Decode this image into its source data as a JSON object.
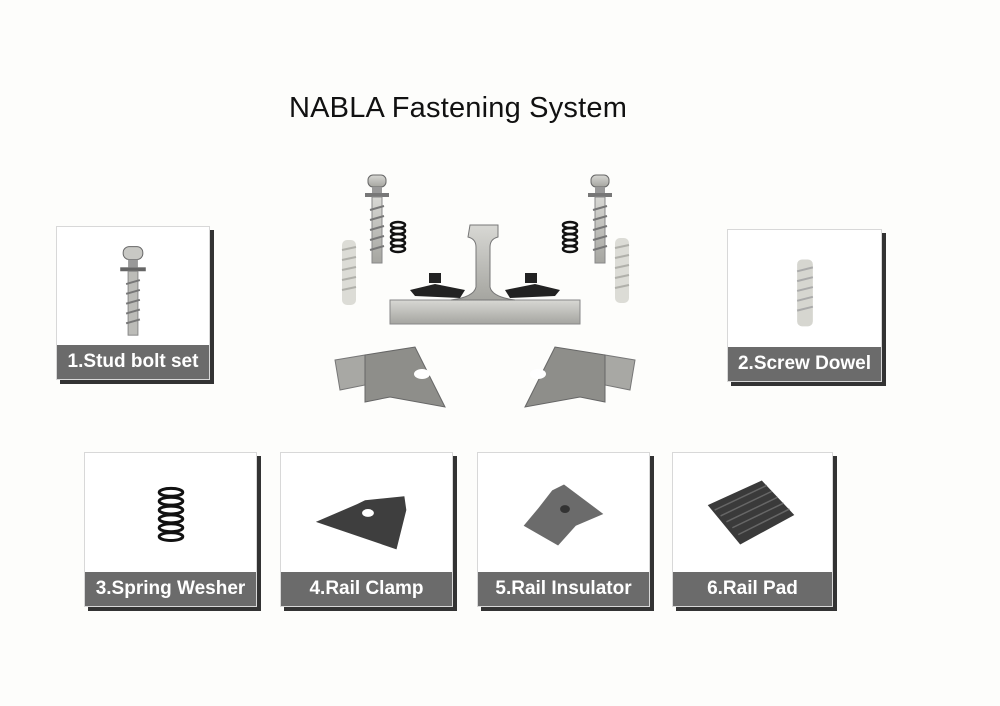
{
  "title": "NABLA Fastening System",
  "components": [
    {
      "number": 1,
      "label": "1.Stud bolt set",
      "icon": "stud-bolt-icon"
    },
    {
      "number": 2,
      "label": "2.Screw Dowel",
      "icon": "screw-dowel-icon"
    },
    {
      "number": 3,
      "label": "3.Spring Wesher",
      "icon": "spring-washer-icon"
    },
    {
      "number": 4,
      "label": "4.Rail Clamp",
      "icon": "rail-clamp-icon"
    },
    {
      "number": 5,
      "label": "5.Rail Insulator",
      "icon": "rail-insulator-icon"
    },
    {
      "number": 6,
      "label": "6.Rail Pad",
      "icon": "rail-pad-icon"
    }
  ],
  "assembly": {
    "icon": "rail-fastening-assembly-icon"
  },
  "colors": {
    "label_bg": "#6b6b6b",
    "label_text": "#ffffff",
    "shadow": "#333333",
    "metal": "#b9b9b5"
  }
}
